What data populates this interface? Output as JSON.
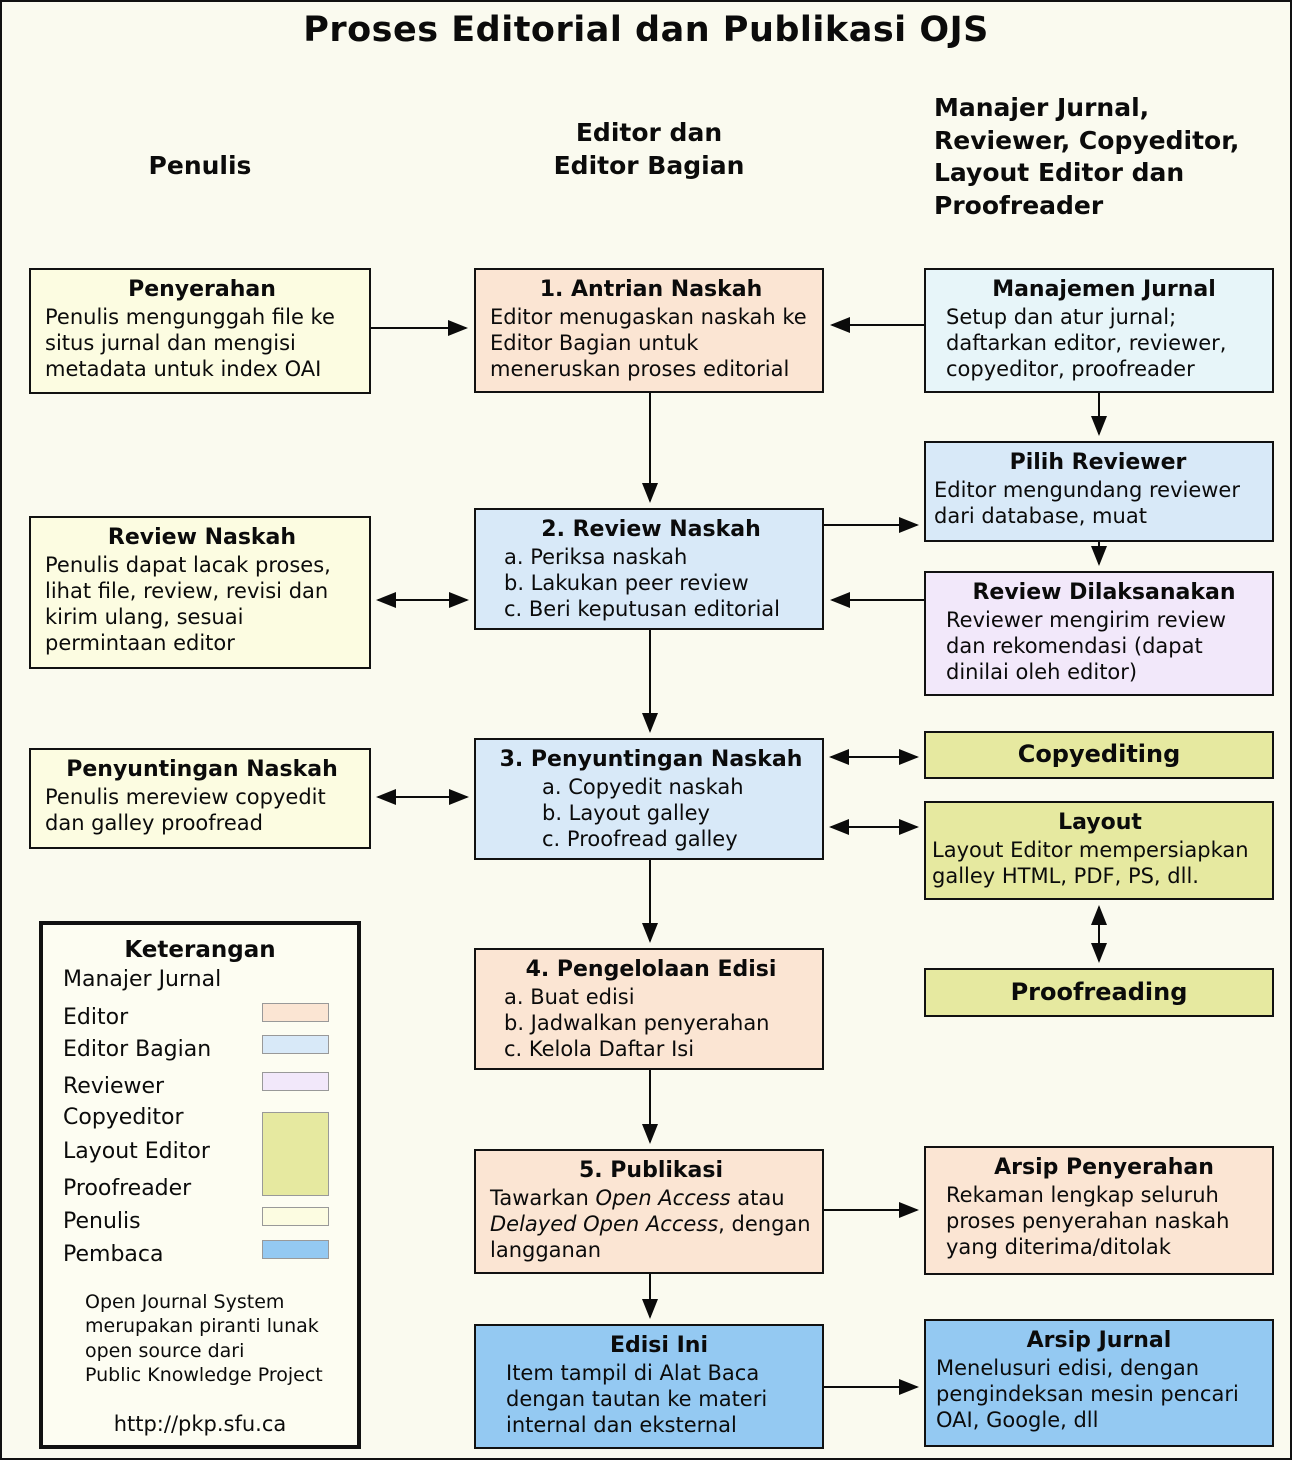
{
  "title": "Proses Editorial dan Publikasi OJS",
  "columns": {
    "penulis": "Penulis",
    "editor": "Editor dan\nEditor Bagian",
    "roles": "Manajer Jurnal,\nReviewer, Copyeditor,\nLayout Editor dan\nProofreader"
  },
  "boxes": {
    "penyerahan": {
      "title": "Penyerahan",
      "body": "Penulis mengunggah file ke situs jurnal dan mengisi metadata untuk index OAI"
    },
    "antrian": {
      "title": "1. Antrian Naskah",
      "body": "Editor menugaskan naskah ke Editor Bagian untuk meneruskan proses editorial"
    },
    "manajemen": {
      "title": "Manajemen Jurnal",
      "body": "Setup dan atur jurnal; daftarkan editor, reviewer, copyeditor, proofreader"
    },
    "review_penulis": {
      "title": "Review Naskah",
      "body": "Penulis dapat lacak proses, lihat file, review, revisi dan kirim ulang, sesuai permintaan editor"
    },
    "review": {
      "title": "2. Review Naskah",
      "items": [
        "a. Periksa naskah",
        "b. Lakukan peer review",
        "c. Beri keputusan editorial"
      ]
    },
    "pilih_reviewer": {
      "title": "Pilih Reviewer",
      "body": "Editor mengundang reviewer dari database, muat"
    },
    "review_dilaksanakan": {
      "title": "Review Dilaksanakan",
      "body": "Reviewer mengirim review dan rekomendasi (dapat dinilai oleh editor)"
    },
    "penyuntingan_penulis": {
      "title": "Penyuntingan Naskah",
      "body": "Penulis mereview copyedit dan galley proofread"
    },
    "penyuntingan": {
      "title": "3. Penyuntingan Naskah",
      "items": [
        "a. Copyedit naskah",
        "b. Layout galley",
        "c. Proofread galley"
      ]
    },
    "copyediting": {
      "title": "Copyediting"
    },
    "layout": {
      "title": "Layout",
      "body": "Layout Editor mempersiapkan galley HTML, PDF, PS, dll."
    },
    "pengelolaan": {
      "title": "4. Pengelolaan Edisi",
      "items": [
        "a. Buat edisi",
        "b. Jadwalkan penyerahan",
        "c. Kelola Daftar Isi"
      ]
    },
    "proofreading": {
      "title": "Proofreading"
    },
    "publikasi": {
      "title": "5. Publikasi",
      "body_parts": {
        "p1": "Tawarkan ",
        "i1": "Open Access",
        "p2": " atau ",
        "i2": "Delayed Open Access",
        "p3": ", dengan langganan"
      }
    },
    "arsip_penyerahan": {
      "title": "Arsip Penyerahan",
      "body": "Rekaman lengkap seluruh proses penyerahan naskah yang diterima/ditolak"
    },
    "edisi_ini": {
      "title": "Edisi Ini",
      "body": "Item tampil di Alat Baca dengan tautan ke materi internal dan eksternal"
    },
    "arsip_jurnal": {
      "title": "Arsip Jurnal",
      "body": "Menelusuri edisi, dengan pengindeksan mesin pencari OAI, Google, dll"
    }
  },
  "legend": {
    "title": "Keterangan",
    "labels": [
      "Manajer Jurnal",
      "Editor",
      "Editor Bagian",
      "Reviewer",
      "Copyeditor",
      "Layout Editor",
      "Proofreader",
      "Penulis",
      "Pembaca"
    ],
    "footer": "Open Journal System\nmerupakan piranti lunak\nopen source dari\nPublic Knowledge Project",
    "url": "http://pkp.sfu.ca"
  },
  "colors": {
    "background": "#fafaef",
    "editor": "#fbe5d3",
    "editor_bagian": "#d8e9f8",
    "manajer_jurnal": "#e7f5f9",
    "reviewer": "#f2e8fa",
    "copy_layout_proof": "#e6e9a0",
    "penulis": "#fcfce1",
    "pembaca": "#94c9f2"
  }
}
